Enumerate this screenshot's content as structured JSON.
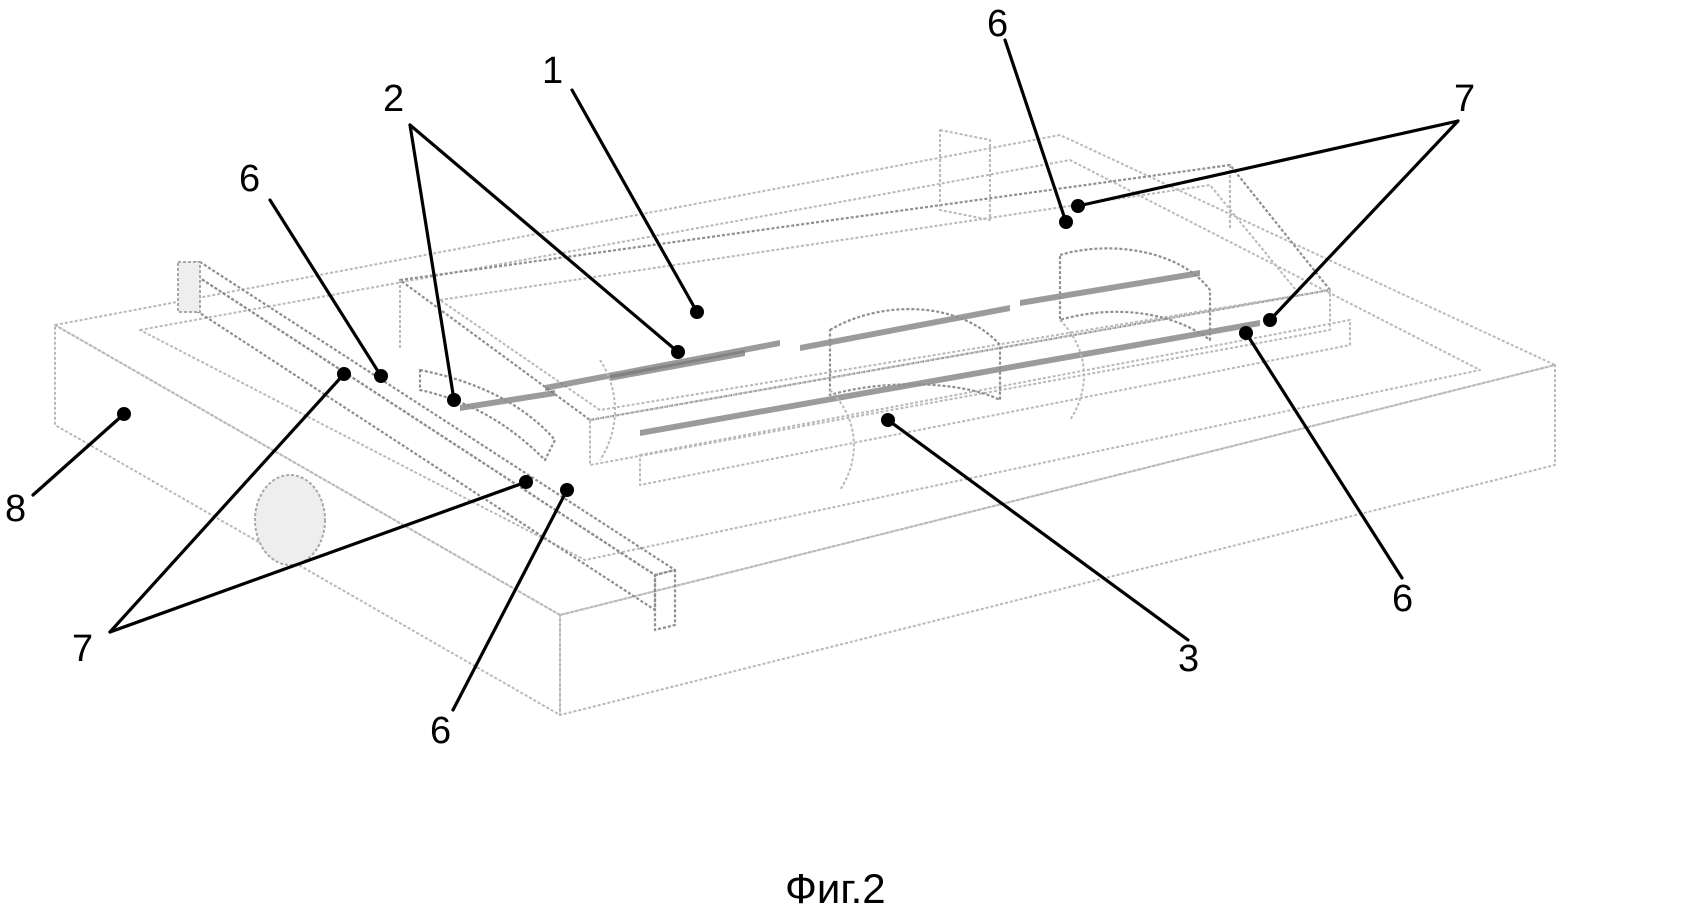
{
  "figure": {
    "caption": "Фиг.2",
    "ink_color": "#000000",
    "drawing_color": "#b9b9b9",
    "callouts": [
      {
        "id": "c1",
        "text": "1"
      },
      {
        "id": "c2",
        "text": "2"
      },
      {
        "id": "c3",
        "text": "3"
      },
      {
        "id": "c6a",
        "text": "6"
      },
      {
        "id": "c6b",
        "text": "6"
      },
      {
        "id": "c6c",
        "text": "6"
      },
      {
        "id": "c6d",
        "text": "6"
      },
      {
        "id": "c7a",
        "text": "7"
      },
      {
        "id": "c7b",
        "text": "7"
      },
      {
        "id": "c8",
        "text": "8"
      }
    ]
  }
}
